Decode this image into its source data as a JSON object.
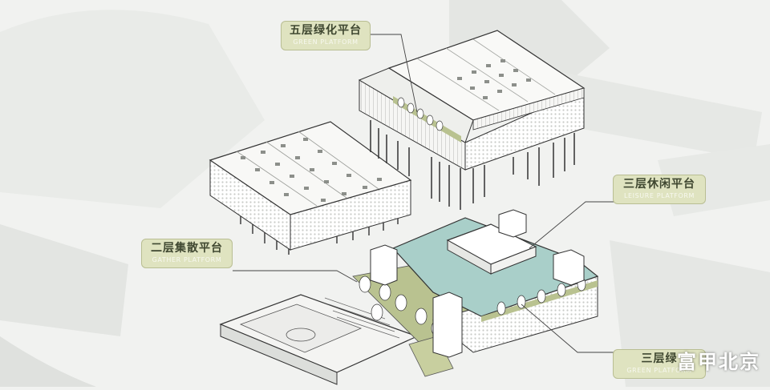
{
  "labels": {
    "green_5f": {
      "cn": "五层绿化平台",
      "en": "GREEN PLATFORM"
    },
    "leisure_3f": {
      "cn": "三层休闲平台",
      "en": "LEISURE PLATFORM"
    },
    "gather_2f": {
      "cn": "二层集散平台",
      "en": "GATHER PLATFORM"
    },
    "green_3f": {
      "cn": "三层绿",
      "en": "GREEN PLATFORM"
    }
  },
  "watermark": "富甲北京",
  "colors": {
    "callout_bg": "#dfe3c0",
    "pool": "#a9cfc9",
    "green": "#b9c290",
    "line": "#333333",
    "mass": "#ffffff",
    "site": "#e7e9e6"
  }
}
